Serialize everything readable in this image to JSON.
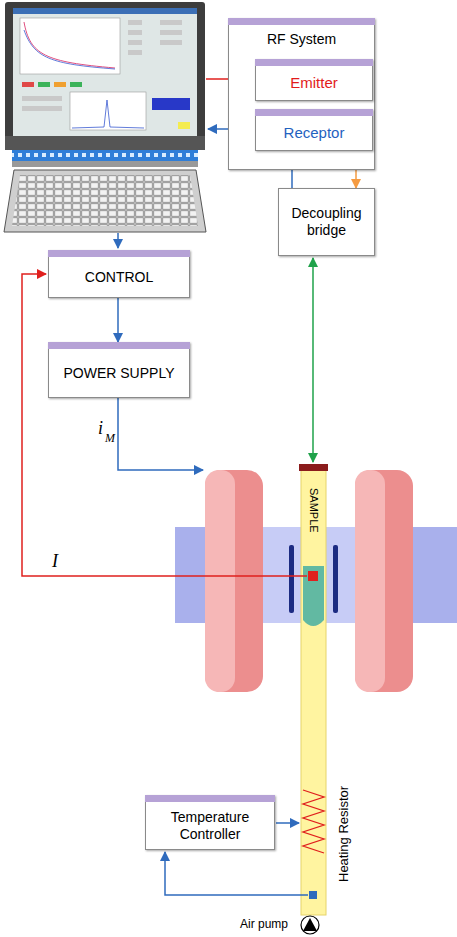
{
  "diagram": {
    "nodes": [
      {
        "text": [
          "RF System"
        ]
      },
      {
        "text": [
          "Emitter"
        ],
        "in": 0
      },
      {
        "text": [
          "Receptor"
        ],
        "in": 0
      },
      {
        "text": [
          "Decoupling bridge"
        ]
      },
      {
        "text": [
          "CONTROL"
        ]
      },
      {
        "text": [
          "POWER SUPPLY"
        ]
      },
      {
        "text": [
          "Temperature Controller"
        ]
      }
    ],
    "edges": [
      {
        "from": 0,
        "to": 3,
        "arrow": "to"
      },
      {
        "from": 3,
        "to": 2,
        "arrow": "to"
      },
      {
        "from": 4,
        "to": 5,
        "arrow": "to"
      }
    ],
    "labels": [
      "i",
      "M",
      "I",
      "SAMPLE",
      "Heating Resistor",
      "Air pump"
    ]
  }
}
